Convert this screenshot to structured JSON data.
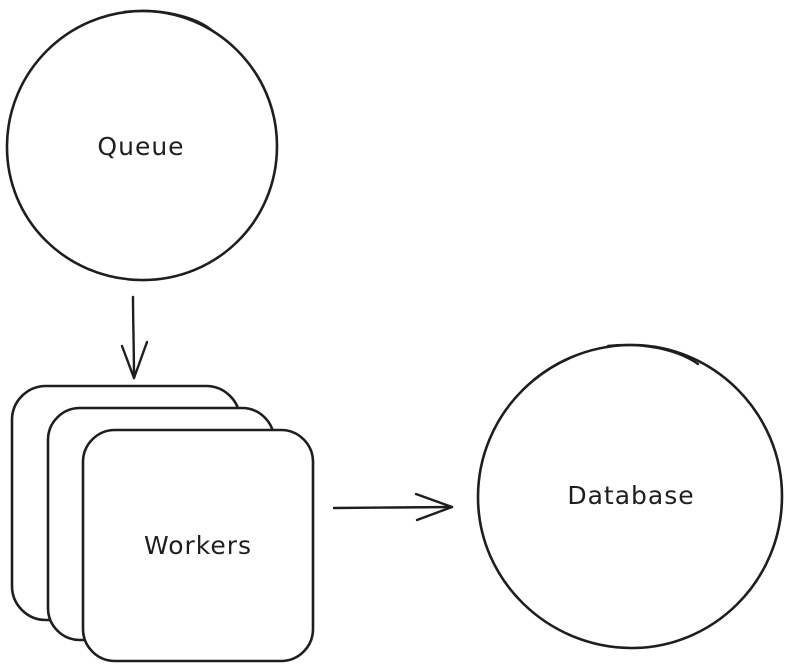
{
  "diagram": {
    "nodes": {
      "queue": {
        "label": "Queue",
        "shape": "circle"
      },
      "workers": {
        "label": "Workers",
        "shape": "stacked-rounded-rectangles",
        "stack_count": 3
      },
      "database": {
        "label": "Database",
        "shape": "circle"
      }
    },
    "edges": [
      {
        "from": "queue",
        "to": "workers",
        "style": "arrow"
      },
      {
        "from": "workers",
        "to": "database",
        "style": "arrow"
      }
    ],
    "colors": {
      "stroke": "#1e1e1e",
      "fill": "#ffffff",
      "background": "#ffffff"
    }
  }
}
